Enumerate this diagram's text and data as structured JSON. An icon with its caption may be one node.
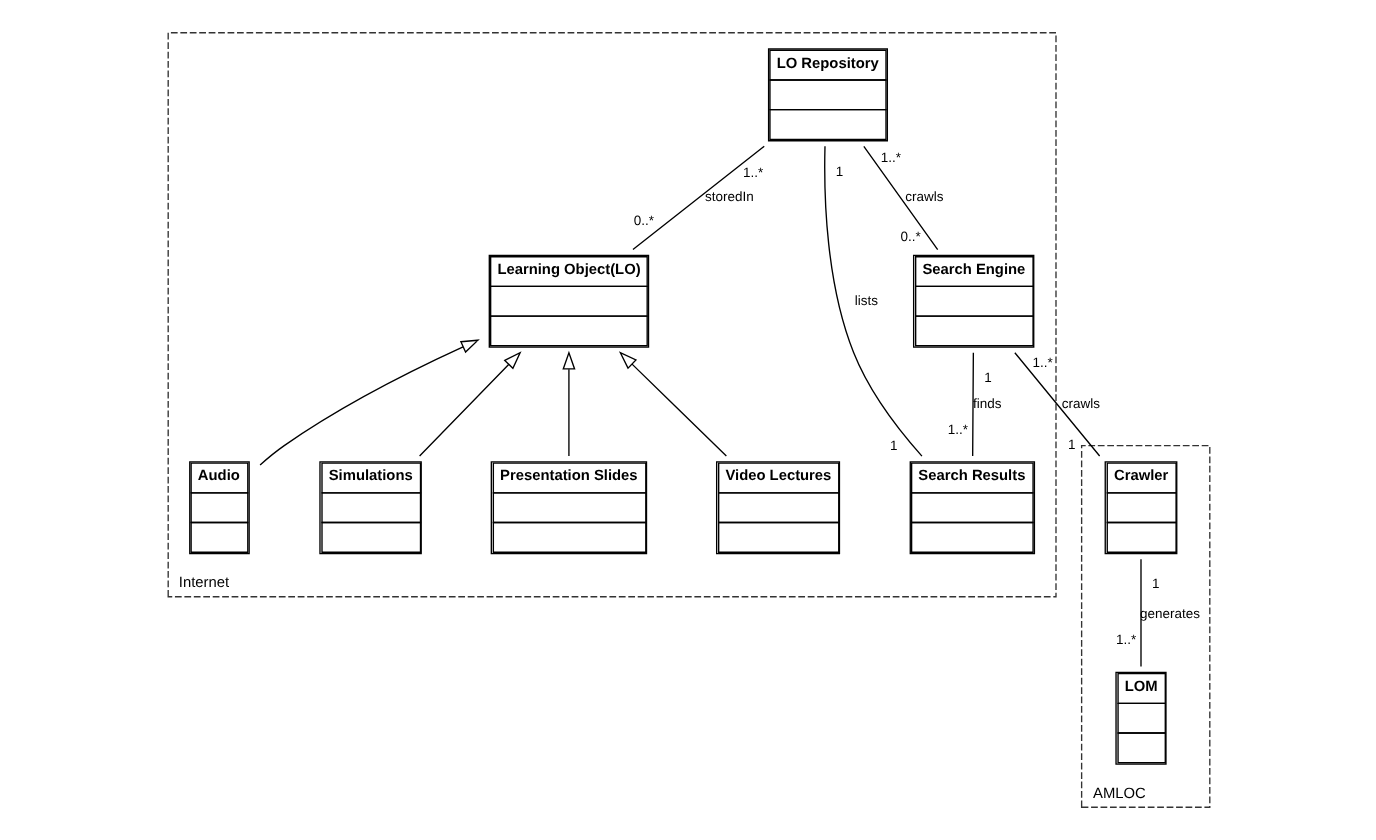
{
  "diagram": {
    "nodes": [
      {
        "text": [
          "AMLOC"
        ]
      },
      {
        "text": [
          "Crawler"
        ],
        "in": 0
      },
      {
        "text": [
          "LOM"
        ],
        "in": 0
      },
      {
        "text": [
          "Internet"
        ]
      },
      {
        "text": [
          "Search Engine"
        ],
        "in": 3
      },
      {
        "text": [
          "LO Repository"
        ],
        "in": 3
      },
      {
        "text": [
          "Learning Object(LO)"
        ],
        "in": 3
      },
      {
        "text": [
          "Search Results"
        ],
        "in": 3
      },
      {
        "text": [
          "Video Lectures"
        ],
        "in": 3
      },
      {
        "text": [
          "Presentation Slides"
        ],
        "in": 3
      },
      {
        "text": [
          "Simulations"
        ],
        "in": 3
      },
      {
        "text": [
          "Audio"
        ],
        "in": 3
      }
    ],
    "edges": [
      {
        "from": 1,
        "to": 4,
        "arrow": "none",
        "label": "crawls"
      },
      {
        "from": 2,
        "to": 1,
        "arrow": "none",
        "label": "generates"
      },
      {
        "from": 4,
        "to": 5,
        "arrow": "none",
        "label": "crawls"
      },
      {
        "from": 7,
        "to": 4,
        "arrow": "none",
        "label": "finds"
      },
      {
        "from": 7,
        "to": 5,
        "arrow": "none",
        "label": "lists"
      },
      {
        "from": 6,
        "to": 5,
        "arrow": "none",
        "label": "storedIn"
      },
      {
        "from": 8,
        "to": 6,
        "arrow": "to"
      },
      {
        "from": 9,
        "to": 6,
        "arrow": "to"
      },
      {
        "from": 10,
        "to": 6,
        "arrow": "to"
      },
      {
        "from": 11,
        "to": 6,
        "arrow": "to"
      }
    ],
    "labels": [
      "0..*",
      "1..*",
      "1",
      "1..*",
      "1",
      "1..*",
      "1",
      "1",
      "0..*",
      "1..*",
      "1..*",
      "1"
    ]
  }
}
